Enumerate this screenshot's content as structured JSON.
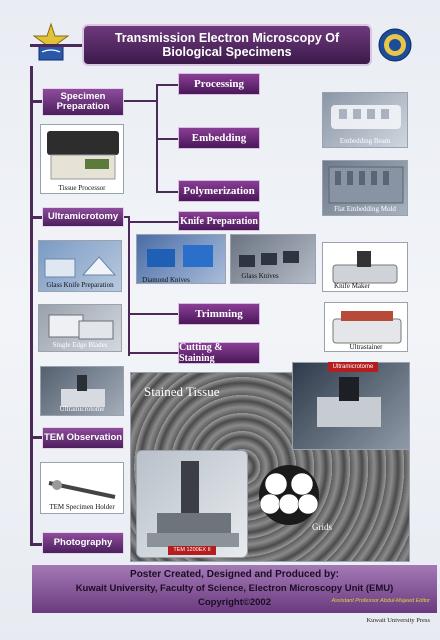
{
  "title": "Transmission Electron Microscopy Of Biological Specimens",
  "stages": {
    "specimen_preparation": "Specimen Preparation",
    "ultramicrotomy": "Ultramicrotomy",
    "tem_observation": "TEM Observation",
    "photography": "Photography"
  },
  "steps": {
    "processing": "Processing",
    "embedding": "Embedding",
    "polymerization": "Polymerization",
    "knife_preparation": "Knife Preparation",
    "trimming": "Trimming",
    "cutting_staining": "Cutting & Staining"
  },
  "captions": {
    "tissue_processor": "Tissue Processor",
    "embedding_beam": "Embedding Beam",
    "flat_embedding_mold": "Flat Embedding Mold",
    "glass_knife_preparation": "Glass Knife Preparation",
    "diamond_knives": "Diamond Knives",
    "glass_knives": "Glass Knives",
    "knife_maker": "Knife Maker",
    "single_edge_blades": "Single Edge Blades",
    "ultrastainer": "Ultrastainer",
    "ultramicrotome": "Ultramicrotome",
    "stained_tissue": "Stained Tissue",
    "tem_specimen_holder": "TEM Specimen Holder",
    "grids": "Grids",
    "ultramicrotome_tag": "Ultramicrotome",
    "tem_tag": "TEM 1200EX II"
  },
  "footer": {
    "line1": "Poster Created, Designed and Produced by:",
    "line2": "Kuwait University, Faculty of Science,  Electron Microscopy Unit (EMU)",
    "line3": "Copyright©2002",
    "editor": "Assistant Professor Abdul-Majeed Editor",
    "press": "Kuwait University Press"
  },
  "colors": {
    "banner": "#4c1f5d",
    "line": "#4b2a5a",
    "footer": "#8a5aa0"
  }
}
